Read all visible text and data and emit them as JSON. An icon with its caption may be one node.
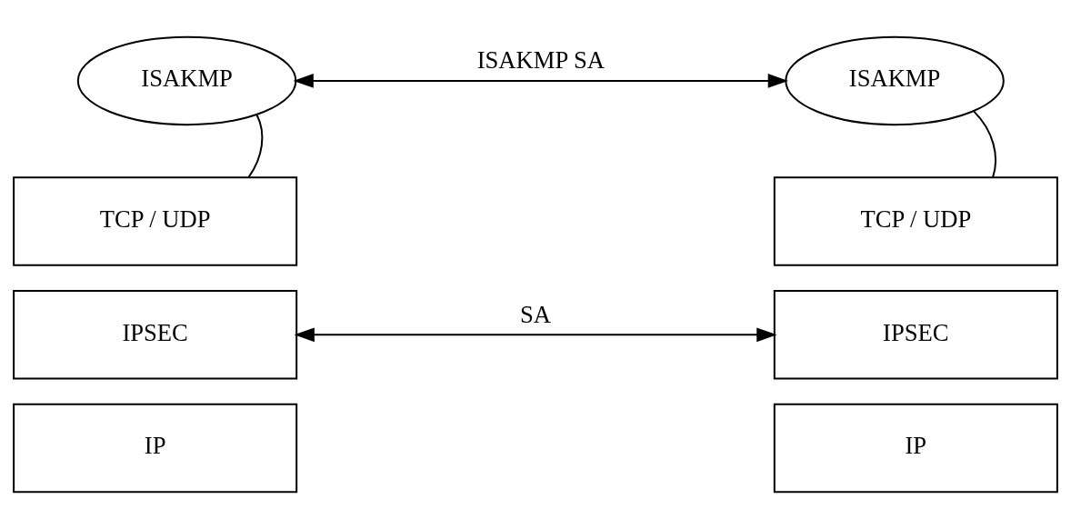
{
  "diagram": {
    "nodes": [
      {
        "text": [
          "ISAKMP"
        ]
      },
      {
        "text": [
          "ISAKMP"
        ]
      },
      {
        "text": [
          "TCP / UDP"
        ]
      },
      {
        "text": [
          "IPSEC"
        ]
      },
      {
        "text": [
          "IP"
        ]
      },
      {
        "text": [
          "TCP / UDP"
        ]
      },
      {
        "text": [
          "IPSEC"
        ]
      },
      {
        "text": [
          "IP"
        ]
      }
    ],
    "edges": [
      {
        "from": 0,
        "to": 1,
        "arrow": "both",
        "label": "ISAKMP SA"
      },
      {
        "from": 0,
        "to": 2,
        "arrow": "none"
      },
      {
        "from": 1,
        "to": 5,
        "arrow": "none"
      },
      {
        "from": 3,
        "to": 6,
        "arrow": "both",
        "label": "SA"
      }
    ]
  }
}
